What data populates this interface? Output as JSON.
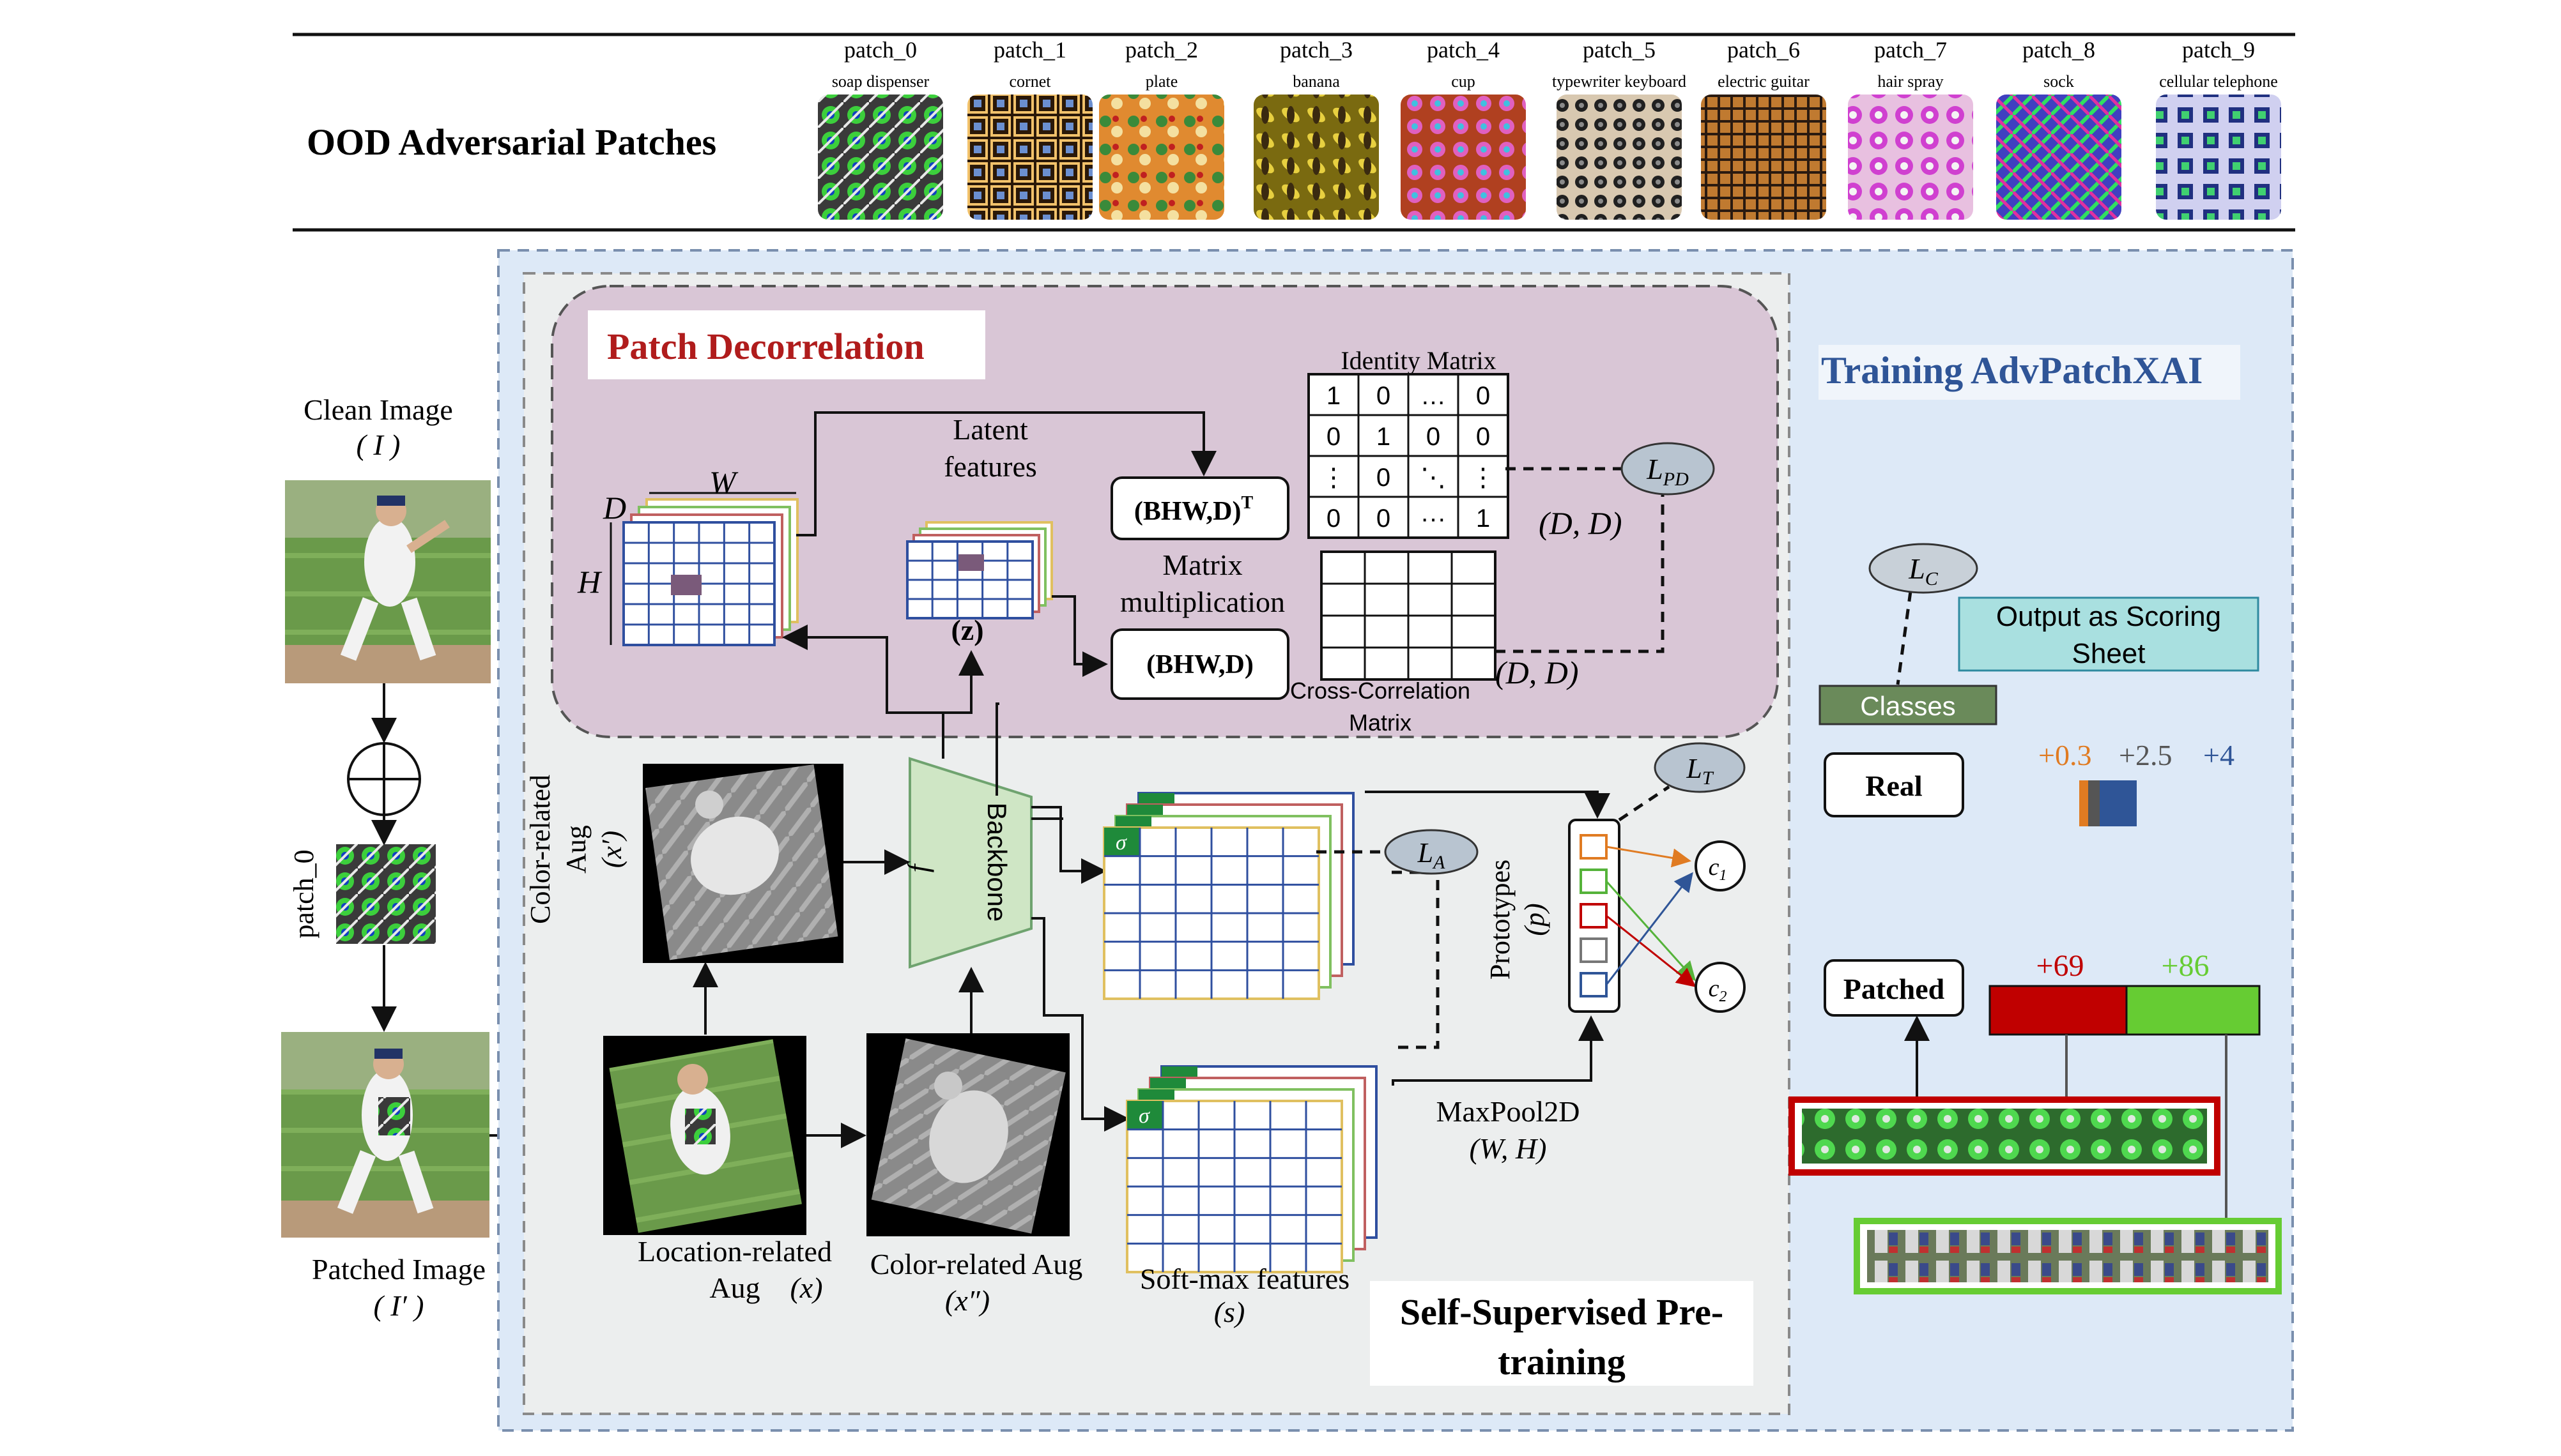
{
  "header": {
    "title": "OOD Adversarial Patches",
    "patches": [
      {
        "id": "patch_0",
        "label": "soap dispenser"
      },
      {
        "id": "patch_1",
        "label": "cornet"
      },
      {
        "id": "patch_2",
        "label": "plate"
      },
      {
        "id": "patch_3",
        "label": "banana"
      },
      {
        "id": "patch_4",
        "label": "cup"
      },
      {
        "id": "patch_5",
        "label": "typewriter keyboard"
      },
      {
        "id": "patch_6",
        "label": "electric guitar"
      },
      {
        "id": "patch_7",
        "label": "hair spray"
      },
      {
        "id": "patch_8",
        "label": "sock"
      },
      {
        "id": "patch_9",
        "label": "cellular telephone"
      }
    ]
  },
  "left": {
    "clean_image": "Clean Image",
    "clean_symbol": "( I )",
    "patch_label": "patch_0",
    "patched_image": "Patched Image",
    "patched_symbol": "( I′ )"
  },
  "decorrelation": {
    "title": "Patch Decorrelation",
    "dim_w": "W",
    "dim_d": "D",
    "dim_h": "H",
    "latent_line1": "Latent",
    "latent_line2": "features",
    "latent_symbol": "(z)",
    "transpose_box": "(BHW,D)",
    "transpose_sup": "T",
    "plain_box": "(BHW,D)",
    "matmul_line1": "Matrix",
    "matmul_line2": "multiplication",
    "identity_title": "Identity Matrix",
    "identity_rows": [
      [
        "1",
        "0",
        "…",
        "0"
      ],
      [
        "0",
        "1",
        "0",
        "0"
      ],
      [
        "⋮",
        "0",
        "⋱",
        "⋮"
      ],
      [
        "0",
        "0",
        "···",
        "1"
      ]
    ],
    "identity_dims": "(D, D)",
    "crosscorr_line1": "Cross-Correlation",
    "crosscorr_line2": "Matrix",
    "crosscorr_dims": "(D, D)",
    "loss_pd": "L",
    "loss_pd_sub": "PD"
  },
  "ssl": {
    "color_aug1_line1": "Color-related",
    "color_aug1_line2": "Aug",
    "color_aug1_symbol": "(x′)",
    "backbone": "Backbone",
    "backbone_symbol": "f",
    "sigma": "σ",
    "loss_a": "L",
    "loss_a_sub": "A",
    "loss_t": "L",
    "loss_t_sub": "T",
    "prototypes": "Prototypes",
    "prototypes_symbol": "(p)",
    "class1": "c",
    "class1_sub": "1",
    "class2": "c",
    "class2_sub": "2",
    "maxpool": "MaxPool2D",
    "maxpool_dims": "(W, H)",
    "location_aug_line1": "Location-related",
    "location_aug_line2": "Aug",
    "location_aug_symbol": "(x)",
    "color_aug2": "Color-related Aug",
    "color_aug2_symbol": "(x″)",
    "softmax_label": "Soft-max features",
    "softmax_symbol": "(s)",
    "section_title_line1": "Self-Supervised Pre-",
    "section_title_line2": "training"
  },
  "training": {
    "title": "Training AdvPatchXAI",
    "loss_c": "L",
    "loss_c_sub": "C",
    "output_line1": "Output as Scoring",
    "output_line2": "Sheet",
    "classes": "Classes",
    "real": "Real",
    "score_a": "+0.3",
    "score_b": "+2.5",
    "score_c": "+4",
    "patched": "Patched",
    "score_red": "+69",
    "score_green": "+86"
  },
  "colors": {
    "red_title": "#b01c1c",
    "blue_title": "#2f5597",
    "decor_bg": "#d9c6d6",
    "ssl_bg": "#eceeee",
    "train_bg": "#dde9f7",
    "backbone": "#cfe6c5",
    "score_red": "#c00000",
    "score_green": "#66cc33",
    "orange": "#e07b22"
  }
}
